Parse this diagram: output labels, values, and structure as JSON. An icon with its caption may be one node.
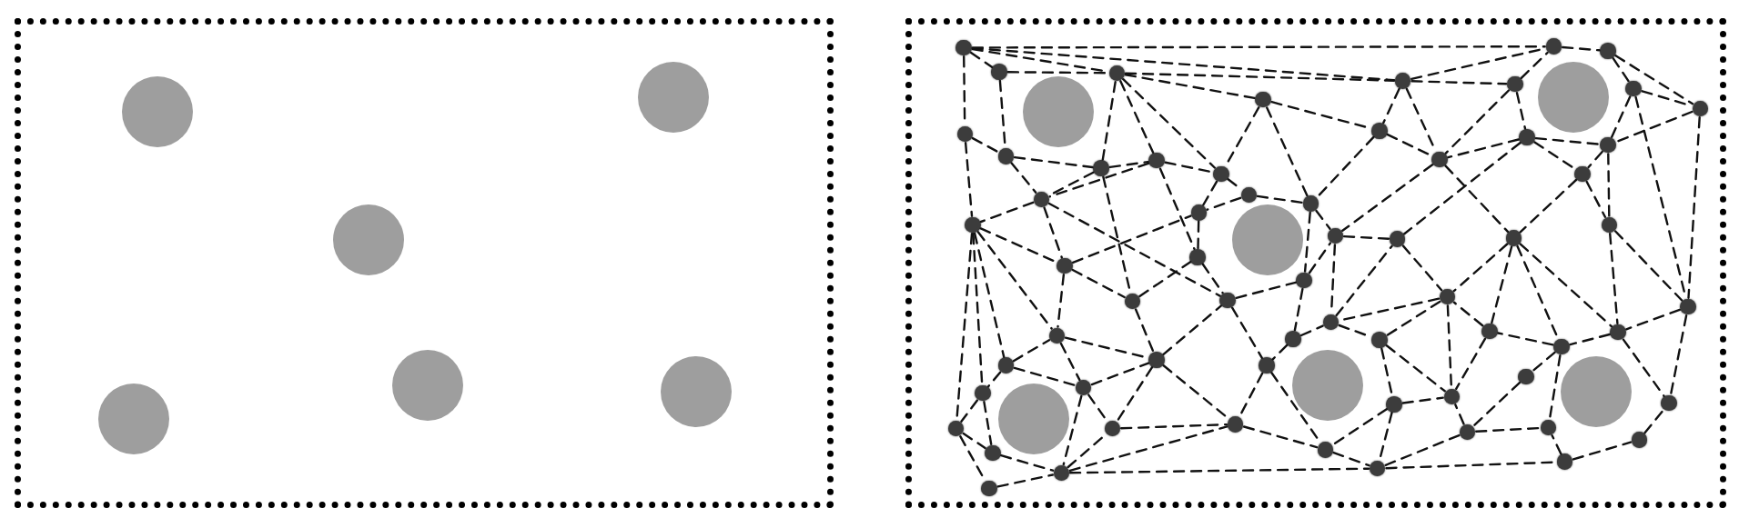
{
  "diagram": {
    "nodes": [
      {
        "text": [],
        "shape": "box"
      },
      {
        "text": [],
        "shape": "circle",
        "in": 0
      },
      {
        "text": [],
        "shape": "circle",
        "in": 0
      },
      {
        "text": [],
        "shape": "circle",
        "in": 0
      },
      {
        "text": [],
        "shape": "circle",
        "in": 0
      },
      {
        "text": [],
        "shape": "circle",
        "in": 0
      },
      {
        "text": [],
        "shape": "circle",
        "in": 0
      },
      {
        "text": [],
        "shape": "box"
      },
      {
        "text": [],
        "shape": "circle",
        "in": 7
      },
      {
        "text": [],
        "shape": "circle",
        "in": 7
      },
      {
        "text": [],
        "shape": "circle",
        "in": 7
      },
      {
        "text": [],
        "shape": "circle",
        "in": 7
      },
      {
        "text": [],
        "shape": "circle",
        "in": 7
      },
      {
        "text": [],
        "shape": "circle",
        "in": 7
      },
      {
        "text": [],
        "shape": "circle",
        "in": 7
      },
      {
        "text": [],
        "shape": "circle",
        "in": 7
      },
      {
        "text": [],
        "shape": "circle",
        "in": 7
      },
      {
        "text": [],
        "shape": "circle",
        "in": 7
      },
      {
        "text": [],
        "shape": "circle",
        "in": 7
      },
      {
        "text": [],
        "shape": "circle",
        "in": 7
      },
      {
        "text": [],
        "shape": "circle",
        "in": 7
      },
      {
        "text": [],
        "shape": "circle",
        "in": 7
      },
      {
        "text": [],
        "shape": "circle",
        "in": 7
      },
      {
        "text": [],
        "shape": "circle",
        "in": 7
      },
      {
        "text": [],
        "shape": "circle",
        "in": 7
      },
      {
        "text": [],
        "shape": "circle",
        "in": 7
      },
      {
        "text": [],
        "shape": "circle",
        "in": 7
      },
      {
        "text": [],
        "shape": "circle",
        "in": 7
      },
      {
        "text": [],
        "shape": "circle",
        "in": 7
      },
      {
        "text": [],
        "shape": "circle",
        "in": 7
      },
      {
        "text": [],
        "shape": "circle",
        "in": 7
      },
      {
        "text": [],
        "shape": "circle",
        "in": 7
      },
      {
        "text": [],
        "shape": "circle",
        "in": 7
      },
      {
        "text": [],
        "shape": "circle",
        "in": 7
      },
      {
        "text": [],
        "shape": "circle",
        "in": 7
      },
      {
        "text": [],
        "shape": "circle",
        "in": 7
      },
      {
        "text": [],
        "shape": "circle",
        "in": 7
      },
      {
        "text": [],
        "shape": "circle",
        "in": 7
      },
      {
        "text": [],
        "shape": "circle",
        "in": 7
      },
      {
        "text": [],
        "shape": "circle",
        "in": 7
      },
      {
        "text": [],
        "shape": "circle",
        "in": 7
      },
      {
        "text": [],
        "shape": "circle",
        "in": 7
      },
      {
        "text": [],
        "shape": "circle",
        "in": 7
      },
      {
        "text": [],
        "shape": "circle",
        "in": 7
      },
      {
        "text": [],
        "shape": "circle",
        "in": 7
      },
      {
        "text": [],
        "shape": "circle",
        "in": 7
      },
      {
        "text": [],
        "shape": "circle",
        "in": 7
      },
      {
        "text": [],
        "shape": "circle",
        "in": 7
      },
      {
        "text": [],
        "shape": "circle",
        "in": 7
      },
      {
        "text": [],
        "shape": "circle",
        "in": 7
      },
      {
        "text": [],
        "shape": "circle",
        "in": 7
      },
      {
        "text": [],
        "shape": "circle",
        "in": 7
      },
      {
        "text": [],
        "shape": "circle",
        "in": 7
      },
      {
        "text": [],
        "shape": "circle",
        "in": 7
      },
      {
        "text": [],
        "shape": "circle",
        "in": 7
      },
      {
        "text": [],
        "shape": "circle",
        "in": 7
      },
      {
        "text": [],
        "shape": "circle",
        "in": 7
      },
      {
        "text": [],
        "shape": "circle",
        "in": 7
      },
      {
        "text": [],
        "shape": "circle",
        "in": 7
      },
      {
        "text": [],
        "shape": "circle",
        "in": 7
      },
      {
        "text": [],
        "shape": "circle",
        "in": 7
      },
      {
        "text": [],
        "shape": "circle",
        "in": 7
      },
      {
        "text": [],
        "shape": "circle",
        "in": 7
      },
      {
        "text": [],
        "shape": "circle",
        "in": 7
      },
      {
        "text": [],
        "shape": "circle",
        "in": 7
      },
      {
        "text": [],
        "shape": "circle",
        "in": 7
      },
      {
        "text": [],
        "shape": "circle",
        "in": 7
      },
      {
        "text": [],
        "shape": "circle",
        "in": 7
      },
      {
        "text": [],
        "shape": "circle",
        "in": 7
      },
      {
        "text": [],
        "shape": "circle",
        "in": 7
      },
      {
        "text": [],
        "shape": "circle",
        "in": 7
      },
      {
        "text": [],
        "shape": "circle",
        "in": 7
      },
      {
        "text": [],
        "shape": "circle",
        "in": 7
      },
      {
        "text": [],
        "shape": "circle",
        "in": 7
      },
      {
        "text": [],
        "shape": "circle",
        "in": 7
      },
      {
        "text": [],
        "shape": "circle",
        "in": 7
      },
      {
        "text": [],
        "shape": "circle",
        "in": 7
      },
      {
        "text": [],
        "shape": "circle",
        "in": 7
      }
    ],
    "edges": [
      {
        "from": 14,
        "to": 19,
        "arrow": "none",
        "style": "dashed"
      },
      {
        "from": 14,
        "to": 18,
        "arrow": "none",
        "style": "dashed"
      },
      {
        "from": 14,
        "to": 16,
        "arrow": "none",
        "style": "dashed"
      },
      {
        "from": 14,
        "to": 15,
        "arrow": "none",
        "style": "dashed"
      },
      {
        "from": 15,
        "to": 16,
        "arrow": "none",
        "style": "dashed"
      },
      {
        "from": 16,
        "to": 17,
        "arrow": "none",
        "style": "dashed"
      },
      {
        "from": 16,
        "to": 18,
        "arrow": "none",
        "style": "dashed"
      },
      {
        "from": 17,
        "to": 30,
        "arrow": "none",
        "style": "dashed"
      },
      {
        "from": 18,
        "to": 21,
        "arrow": "none",
        "style": "dashed"
      },
      {
        "from": 18,
        "to": 19,
        "arrow": "none",
        "style": "dashed"
      },
      {
        "from": 14,
        "to": 24,
        "arrow": "none",
        "style": "dashed"
      },
      {
        "from": 15,
        "to": 25,
        "arrow": "none",
        "style": "dashed"
      },
      {
        "from": 24,
        "to": 25,
        "arrow": "none",
        "style": "dashed"
      },
      {
        "from": 24,
        "to": 38,
        "arrow": "none",
        "style": "dashed"
      },
      {
        "from": 25,
        "to": 26,
        "arrow": "none",
        "style": "dashed"
      },
      {
        "from": 25,
        "to": 35,
        "arrow": "none",
        "style": "dashed"
      },
      {
        "from": 16,
        "to": 26,
        "arrow": "none",
        "style": "dashed"
      },
      {
        "from": 16,
        "to": 27,
        "arrow": "none",
        "style": "dashed"
      },
      {
        "from": 16,
        "to": 28,
        "arrow": "none",
        "style": "dashed"
      },
      {
        "from": 17,
        "to": 28,
        "arrow": "none",
        "style": "dashed"
      },
      {
        "from": 17,
        "to": 37,
        "arrow": "none",
        "style": "dashed"
      },
      {
        "from": 26,
        "to": 27,
        "arrow": "none",
        "style": "dashed"
      },
      {
        "from": 26,
        "to": 35,
        "arrow": "none",
        "style": "dashed"
      },
      {
        "from": 27,
        "to": 35,
        "arrow": "none",
        "style": "dashed"
      },
      {
        "from": 26,
        "to": 46,
        "arrow": "none",
        "style": "dashed"
      },
      {
        "from": 27,
        "to": 28,
        "arrow": "none",
        "style": "dashed"
      },
      {
        "from": 27,
        "to": 39,
        "arrow": "none",
        "style": "dashed"
      },
      {
        "from": 28,
        "to": 36,
        "arrow": "none",
        "style": "dashed"
      },
      {
        "from": 28,
        "to": 29,
        "arrow": "none",
        "style": "dashed"
      },
      {
        "from": 29,
        "to": 36,
        "arrow": "none",
        "style": "dashed"
      },
      {
        "from": 29,
        "to": 37,
        "arrow": "none",
        "style": "dashed"
      },
      {
        "from": 36,
        "to": 39,
        "arrow": "none",
        "style": "dashed"
      },
      {
        "from": 35,
        "to": 38,
        "arrow": "none",
        "style": "dashed"
      },
      {
        "from": 35,
        "to": 44,
        "arrow": "none",
        "style": "dashed"
      },
      {
        "from": 35,
        "to": 47,
        "arrow": "none",
        "style": "dashed"
      },
      {
        "from": 44,
        "to": 36,
        "arrow": "none",
        "style": "dashed"
      },
      {
        "from": 38,
        "to": 51,
        "arrow": "none",
        "style": "dashed"
      },
      {
        "from": 38,
        "to": 44,
        "arrow": "none",
        "style": "dashed"
      },
      {
        "from": 44,
        "to": 46,
        "arrow": "none",
        "style": "dashed"
      },
      {
        "from": 38,
        "to": 66,
        "arrow": "none",
        "style": "dashed"
      },
      {
        "from": 38,
        "to": 62,
        "arrow": "none",
        "style": "dashed"
      },
      {
        "from": 38,
        "to": 59,
        "arrow": "none",
        "style": "dashed"
      },
      {
        "from": 59,
        "to": 51,
        "arrow": "none",
        "style": "dashed"
      },
      {
        "from": 59,
        "to": 62,
        "arrow": "none",
        "style": "dashed"
      },
      {
        "from": 59,
        "to": 61,
        "arrow": "none",
        "style": "dashed"
      },
      {
        "from": 62,
        "to": 66,
        "arrow": "none",
        "style": "dashed"
      },
      {
        "from": 62,
        "to": 69,
        "arrow": "none",
        "style": "dashed"
      },
      {
        "from": 66,
        "to": 69,
        "arrow": "none",
        "style": "dashed"
      },
      {
        "from": 66,
        "to": 77,
        "arrow": "none",
        "style": "dashed"
      },
      {
        "from": 69,
        "to": 74,
        "arrow": "none",
        "style": "dashed"
      },
      {
        "from": 77,
        "to": 74,
        "arrow": "none",
        "style": "dashed"
      },
      {
        "from": 51,
        "to": 55,
        "arrow": "none",
        "style": "dashed"
      },
      {
        "from": 51,
        "to": 61,
        "arrow": "none",
        "style": "dashed"
      },
      {
        "from": 44,
        "to": 51,
        "arrow": "none",
        "style": "dashed"
      },
      {
        "from": 61,
        "to": 55,
        "arrow": "none",
        "style": "dashed"
      },
      {
        "from": 61,
        "to": 67,
        "arrow": "none",
        "style": "dashed"
      },
      {
        "from": 61,
        "to": 74,
        "arrow": "none",
        "style": "dashed"
      },
      {
        "from": 46,
        "to": 55,
        "arrow": "none",
        "style": "dashed"
      },
      {
        "from": 46,
        "to": 39,
        "arrow": "none",
        "style": "dashed"
      },
      {
        "from": 55,
        "to": 47,
        "arrow": "none",
        "style": "dashed"
      },
      {
        "from": 55,
        "to": 67,
        "arrow": "none",
        "style": "dashed"
      },
      {
        "from": 55,
        "to": 68,
        "arrow": "none",
        "style": "dashed"
      },
      {
        "from": 47,
        "to": 58,
        "arrow": "none",
        "style": "dashed"
      },
      {
        "from": 47,
        "to": 45,
        "arrow": "none",
        "style": "dashed"
      },
      {
        "from": 39,
        "to": 47,
        "arrow": "none",
        "style": "dashed"
      },
      {
        "from": 45,
        "to": 52,
        "arrow": "none",
        "style": "dashed"
      },
      {
        "from": 45,
        "to": 40,
        "arrow": "none",
        "style": "dashed"
      },
      {
        "from": 52,
        "to": 58,
        "arrow": "none",
        "style": "dashed"
      },
      {
        "from": 52,
        "to": 49,
        "arrow": "none",
        "style": "dashed"
      },
      {
        "from": 58,
        "to": 68,
        "arrow": "none",
        "style": "dashed"
      },
      {
        "from": 58,
        "to": 72,
        "arrow": "none",
        "style": "dashed"
      },
      {
        "from": 67,
        "to": 68,
        "arrow": "none",
        "style": "dashed"
      },
      {
        "from": 74,
        "to": 67,
        "arrow": "none",
        "style": "dashed"
      },
      {
        "from": 74,
        "to": 68,
        "arrow": "none",
        "style": "dashed"
      },
      {
        "from": 74,
        "to": 75,
        "arrow": "none",
        "style": "dashed"
      },
      {
        "from": 68,
        "to": 72,
        "arrow": "none",
        "style": "dashed"
      },
      {
        "from": 18,
        "to": 30,
        "arrow": "none",
        "style": "dashed"
      },
      {
        "from": 18,
        "to": 31,
        "arrow": "none",
        "style": "dashed"
      },
      {
        "from": 30,
        "to": 31,
        "arrow": "none",
        "style": "dashed"
      },
      {
        "from": 30,
        "to": 37,
        "arrow": "none",
        "style": "dashed"
      },
      {
        "from": 21,
        "to": 19,
        "arrow": "none",
        "style": "dashed"
      },
      {
        "from": 19,
        "to": 20,
        "arrow": "none",
        "style": "dashed"
      },
      {
        "from": 20,
        "to": 22,
        "arrow": "none",
        "style": "dashed"
      },
      {
        "from": 20,
        "to": 23,
        "arrow": "none",
        "style": "dashed"
      },
      {
        "from": 22,
        "to": 23,
        "arrow": "none",
        "style": "dashed"
      },
      {
        "from": 22,
        "to": 33,
        "arrow": "none",
        "style": "dashed"
      },
      {
        "from": 23,
        "to": 50,
        "arrow": "none",
        "style": "dashed"
      },
      {
        "from": 23,
        "to": 33,
        "arrow": "none",
        "style": "dashed"
      },
      {
        "from": 22,
        "to": 50,
        "arrow": "none",
        "style": "dashed"
      },
      {
        "from": 21,
        "to": 32,
        "arrow": "none",
        "style": "dashed"
      },
      {
        "from": 32,
        "to": 33,
        "arrow": "none",
        "style": "dashed"
      },
      {
        "from": 32,
        "to": 31,
        "arrow": "none",
        "style": "dashed"
      },
      {
        "from": 32,
        "to": 34,
        "arrow": "none",
        "style": "dashed"
      },
      {
        "from": 33,
        "to": 34,
        "arrow": "none",
        "style": "dashed"
      },
      {
        "from": 33,
        "to": 43,
        "arrow": "none",
        "style": "dashed"
      },
      {
        "from": 34,
        "to": 42,
        "arrow": "none",
        "style": "dashed"
      },
      {
        "from": 34,
        "to": 43,
        "arrow": "none",
        "style": "dashed"
      },
      {
        "from": 31,
        "to": 40,
        "arrow": "none",
        "style": "dashed"
      },
      {
        "from": 32,
        "to": 41,
        "arrow": "none",
        "style": "dashed"
      },
      {
        "from": 31,
        "to": 42,
        "arrow": "none",
        "style": "dashed"
      },
      {
        "from": 21,
        "to": 31,
        "arrow": "none",
        "style": "dashed"
      },
      {
        "from": 40,
        "to": 41,
        "arrow": "none",
        "style": "dashed"
      },
      {
        "from": 43,
        "to": 56,
        "arrow": "none",
        "style": "dashed"
      },
      {
        "from": 43,
        "to": 50,
        "arrow": "none",
        "style": "dashed"
      },
      {
        "from": 41,
        "to": 48,
        "arrow": "none",
        "style": "dashed"
      },
      {
        "from": 40,
        "to": 49,
        "arrow": "none",
        "style": "dashed"
      },
      {
        "from": 49,
        "to": 41,
        "arrow": "none",
        "style": "dashed"
      },
      {
        "from": 42,
        "to": 54,
        "arrow": "none",
        "style": "dashed"
      },
      {
        "from": 42,
        "to": 48,
        "arrow": "none",
        "style": "dashed"
      },
      {
        "from": 42,
        "to": 57,
        "arrow": "none",
        "style": "dashed"
      },
      {
        "from": 42,
        "to": 56,
        "arrow": "none",
        "style": "dashed"
      },
      {
        "from": 50,
        "to": 56,
        "arrow": "none",
        "style": "dashed"
      },
      {
        "from": 50,
        "to": 65,
        "arrow": "none",
        "style": "dashed"
      },
      {
        "from": 56,
        "to": 57,
        "arrow": "none",
        "style": "dashed"
      },
      {
        "from": 56,
        "to": 65,
        "arrow": "none",
        "style": "dashed"
      },
      {
        "from": 57,
        "to": 54,
        "arrow": "none",
        "style": "dashed"
      },
      {
        "from": 57,
        "to": 60,
        "arrow": "none",
        "style": "dashed"
      },
      {
        "from": 57,
        "to": 71,
        "arrow": "none",
        "style": "dashed"
      },
      {
        "from": 60,
        "to": 70,
        "arrow": "none",
        "style": "dashed"
      },
      {
        "from": 54,
        "to": 64,
        "arrow": "none",
        "style": "dashed"
      },
      {
        "from": 54,
        "to": 48,
        "arrow": "none",
        "style": "dashed"
      },
      {
        "from": 48,
        "to": 64,
        "arrow": "none",
        "style": "dashed"
      },
      {
        "from": 48,
        "to": 49,
        "arrow": "none",
        "style": "dashed"
      },
      {
        "from": 48,
        "to": 53,
        "arrow": "none",
        "style": "dashed"
      },
      {
        "from": 49,
        "to": 53,
        "arrow": "none",
        "style": "dashed"
      },
      {
        "from": 53,
        "to": 63,
        "arrow": "none",
        "style": "dashed"
      },
      {
        "from": 53,
        "to": 64,
        "arrow": "none",
        "style": "dashed"
      },
      {
        "from": 63,
        "to": 64,
        "arrow": "none",
        "style": "dashed"
      },
      {
        "from": 63,
        "to": 75,
        "arrow": "none",
        "style": "dashed"
      },
      {
        "from": 63,
        "to": 72,
        "arrow": "none",
        "style": "dashed"
      },
      {
        "from": 72,
        "to": 75,
        "arrow": "none",
        "style": "dashed"
      },
      {
        "from": 75,
        "to": 70,
        "arrow": "none",
        "style": "dashed"
      },
      {
        "from": 75,
        "to": 76,
        "arrow": "none",
        "style": "dashed"
      },
      {
        "from": 70,
        "to": 71,
        "arrow": "none",
        "style": "dashed"
      },
      {
        "from": 70,
        "to": 64,
        "arrow": "none",
        "style": "dashed"
      },
      {
        "from": 76,
        "to": 73,
        "arrow": "none",
        "style": "dashed"
      },
      {
        "from": 73,
        "to": 65,
        "arrow": "none",
        "style": "dashed"
      },
      {
        "from": 76,
        "to": 71,
        "arrow": "none",
        "style": "dashed"
      },
      {
        "from": 37,
        "to": 40,
        "arrow": "none",
        "style": "dashed"
      },
      {
        "from": 37,
        "to": 45,
        "arrow": "none",
        "style": "dashed"
      }
    ]
  }
}
